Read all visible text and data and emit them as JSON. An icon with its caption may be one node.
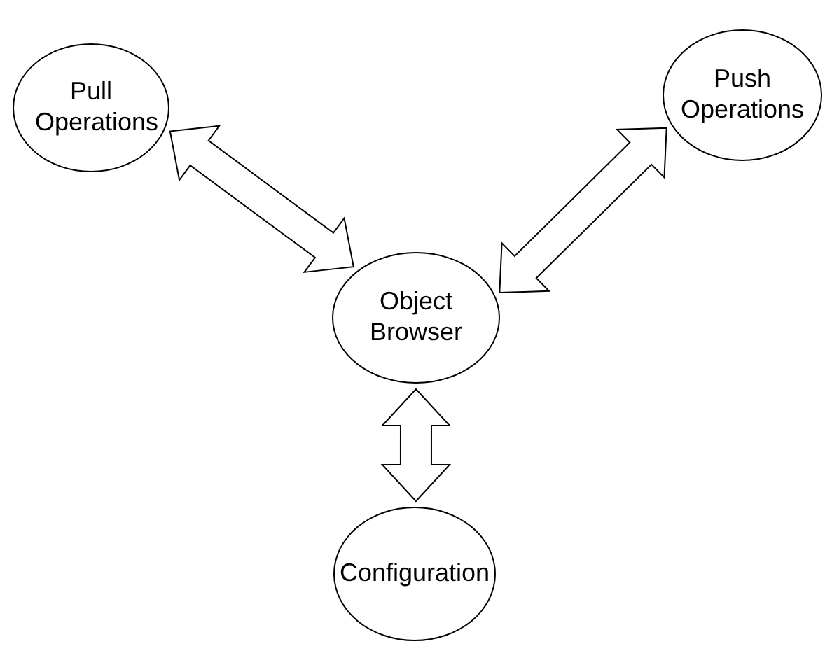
{
  "diagram": {
    "nodes": [
      {
        "text": [
          "Pull Operations"
        ]
      },
      {
        "text": [
          "Push Operations"
        ]
      },
      {
        "text": [
          "Object Browser"
        ]
      },
      {
        "text": [
          "Configuration"
        ]
      }
    ],
    "edges": [
      {
        "from": 0,
        "to": 2,
        "arrow": "both"
      },
      {
        "from": 1,
        "to": 2,
        "arrow": "both"
      },
      {
        "from": 2,
        "to": 3,
        "arrow": "both"
      }
    ]
  }
}
